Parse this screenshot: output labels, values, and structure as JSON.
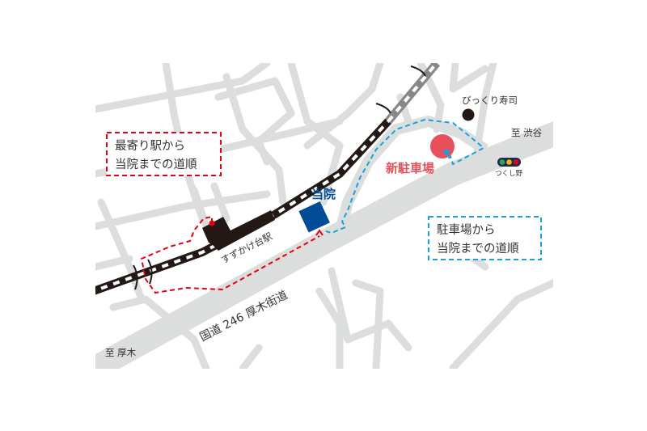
{
  "map": {
    "nearest_station_route_label": [
      "最寄り駅から",
      "当院までの道順"
    ],
    "parking_route_label": [
      "駐車場から",
      "当院までの道順"
    ],
    "clinic_label": "当院",
    "station_label": "すずかけ台駅",
    "road_label": "国道 246  厚木街道",
    "parking_label": "新駐車場",
    "landmark_label": "びっくり寿司",
    "signal_label": "つくし野",
    "direction_shibuya": "至 渋谷",
    "direction_atsugi": "至 厚木"
  },
  "colors": {
    "road": "#dcdddd",
    "rail": "#231815",
    "clinic": "#004c97",
    "station_route": "#e60012",
    "parking_route": "#1a9fe0",
    "parking": "#e8505b"
  }
}
